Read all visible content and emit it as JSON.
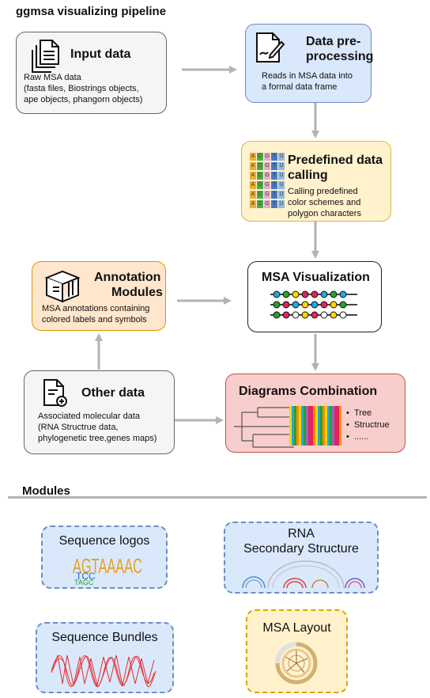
{
  "title": "ggmsa visualizing pipeline",
  "input": {
    "heading": "Input data",
    "desc": [
      "Raw MSA data",
      "(fasta files, Biostrings objects,",
      "ape objects, phangorn objects)"
    ]
  },
  "preprocess": {
    "heading": [
      "Data pre-",
      "processing"
    ],
    "desc": [
      "Reads in MSA data into",
      "a formal data frame"
    ]
  },
  "predefined": {
    "heading": [
      "Predefined data",
      "calling"
    ],
    "desc": [
      "Calling predefined",
      "color schemes and",
      "polygon characters"
    ],
    "icon_rows": [
      "ACGTU",
      "ACGTU",
      "ACGTU",
      "ACGTU",
      "ACGTU",
      "ACGTU"
    ]
  },
  "annotation": {
    "heading": [
      "Annotation",
      "Modules"
    ],
    "desc": [
      "MSA annotations containing",
      "colored labels and symbols"
    ]
  },
  "msa_vis": {
    "heading": "MSA Visualization"
  },
  "other": {
    "heading": "Other data",
    "desc": [
      "Associated molecular data",
      "(RNA Structrue data,",
      "phylogenetic tree,genes maps)"
    ]
  },
  "combination": {
    "heading": "Diagrams Combination",
    "bullets": [
      "Tree",
      "Structrue",
      "......"
    ]
  },
  "modules_title": "Modules",
  "modules": {
    "logos": {
      "label": "Sequence logos",
      "logo_text": [
        "AGTAAAAC",
        "TCC",
        "TAGC"
      ]
    },
    "rna": {
      "label": [
        "RNA",
        "Secondary Structure"
      ]
    },
    "bundles": {
      "label": "Sequence Bundles"
    },
    "layout": {
      "label": "MSA Layout"
    }
  },
  "colors": {
    "arrow": "#b3b3b3",
    "blue_fill": "#dae8fc",
    "yellow_fill": "#fff2cc",
    "orange_fill": "#ffe6cc",
    "red_fill": "#f8cecc",
    "gray_fill": "#f5f5f5"
  }
}
